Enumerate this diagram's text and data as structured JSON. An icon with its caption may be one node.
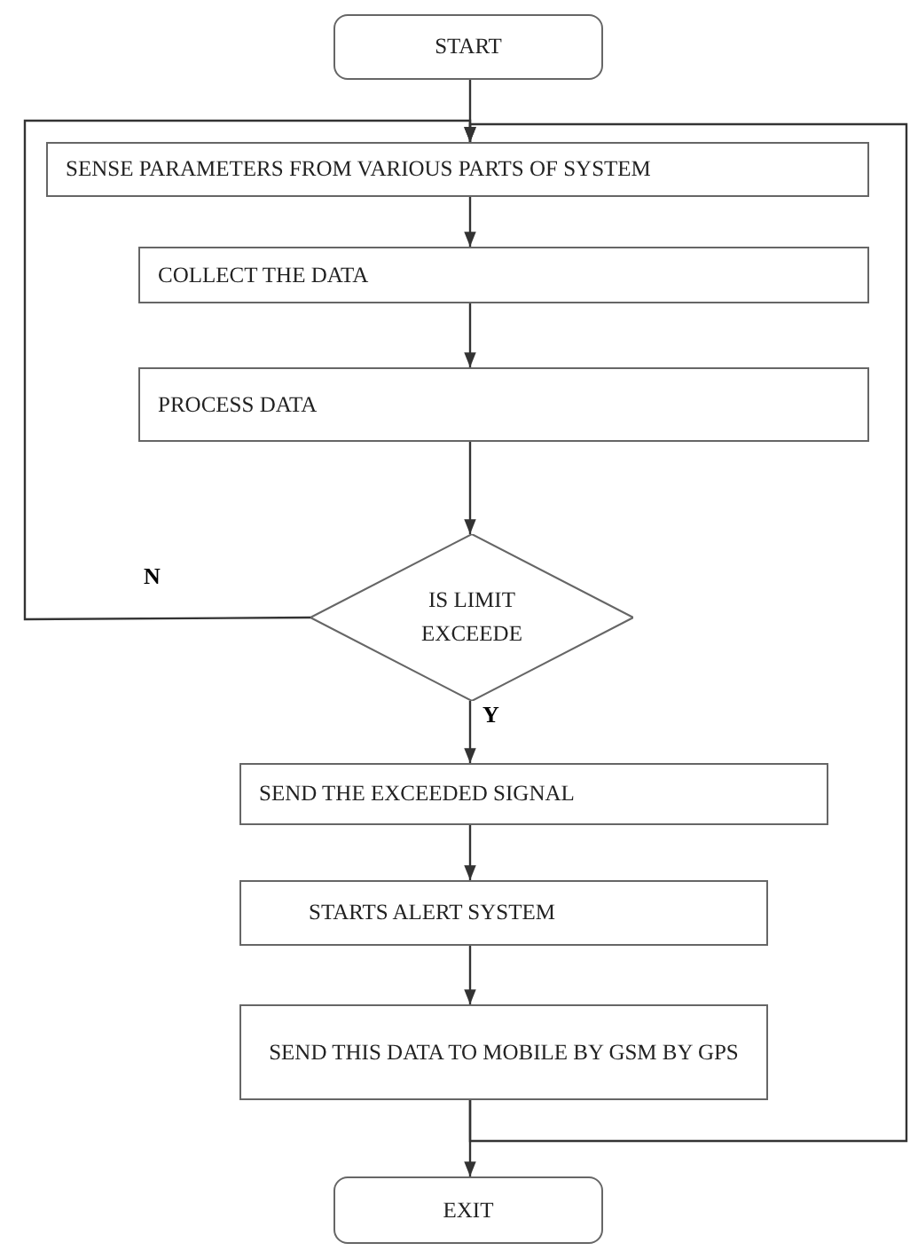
{
  "diagram": {
    "nodes": [
      {
        "text": [
          "START"
        ]
      },
      {
        "text": [
          "SENSE PARAMETERS FROM VARIOUS PARTS OF SYSTEM"
        ]
      },
      {
        "text": [
          "COLLECT THE DATA"
        ]
      },
      {
        "text": [
          "PROCESS DATA"
        ]
      },
      {
        "text": [
          "IS LIMIT EXCEEDE"
        ]
      },
      {
        "text": [
          "SEND THE EXCEEDED SIGNAL"
        ]
      },
      {
        "text": [
          "STARTS ALERT SYSTEM"
        ]
      },
      {
        "text": [
          "SEND THIS DATA TO MOBILE BY GSM BY GPS"
        ]
      },
      {
        "text": [
          "EXIT"
        ]
      }
    ],
    "edges": [
      {
        "from": 0,
        "to": 1,
        "arrow": "to"
      },
      {
        "from": 1,
        "to": 2,
        "arrow": "to"
      },
      {
        "from": 2,
        "to": 3,
        "arrow": "to"
      },
      {
        "from": 3,
        "to": 4,
        "arrow": "to"
      },
      {
        "from": 4,
        "to": 1,
        "arrow": "to",
        "label": "N"
      },
      {
        "from": 4,
        "to": 5,
        "arrow": "to",
        "label": "Y"
      },
      {
        "from": 5,
        "to": 6,
        "arrow": "to"
      },
      {
        "from": 6,
        "to": 7,
        "arrow": "to"
      },
      {
        "from": 7,
        "to": 8,
        "arrow": "to"
      },
      {
        "from": 7,
        "to": 1,
        "arrow": "to"
      }
    ]
  }
}
